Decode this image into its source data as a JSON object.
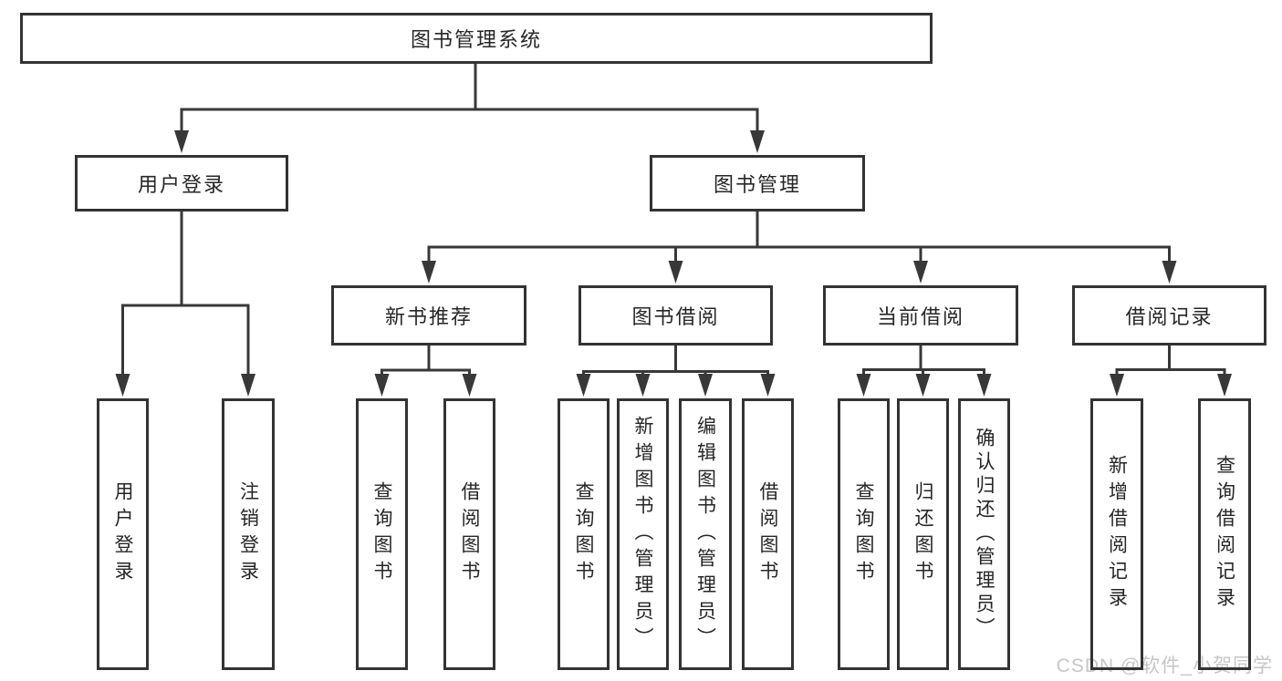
{
  "diagram": {
    "root": {
      "label": "图书管理系统"
    },
    "branches": [
      {
        "label": "用户登录",
        "children": [
          {
            "label": "用户登录"
          },
          {
            "label": "注销登录"
          }
        ]
      },
      {
        "label": "图书管理",
        "children": [
          {
            "label": "新书推荐",
            "children": [
              {
                "label": "查询图书"
              },
              {
                "label": "借阅图书"
              }
            ]
          },
          {
            "label": "图书借阅",
            "children": [
              {
                "label": "查询图书"
              },
              {
                "label": "新增图书（管理员）"
              },
              {
                "label": "编辑图书（管理员）"
              },
              {
                "label": "借阅图书"
              }
            ]
          },
          {
            "label": "当前借阅",
            "children": [
              {
                "label": "查询图书"
              },
              {
                "label": "归还图书"
              },
              {
                "label": "确认归还（管理员）"
              }
            ]
          },
          {
            "label": "借阅记录",
            "children": [
              {
                "label": "新增借阅记录"
              },
              {
                "label": "查询借阅记录"
              }
            ]
          }
        ]
      }
    ],
    "line_color": "#383838",
    "border_color": "#333333"
  },
  "watermark": {
    "text": "CSDN @软件_小贺同学"
  }
}
